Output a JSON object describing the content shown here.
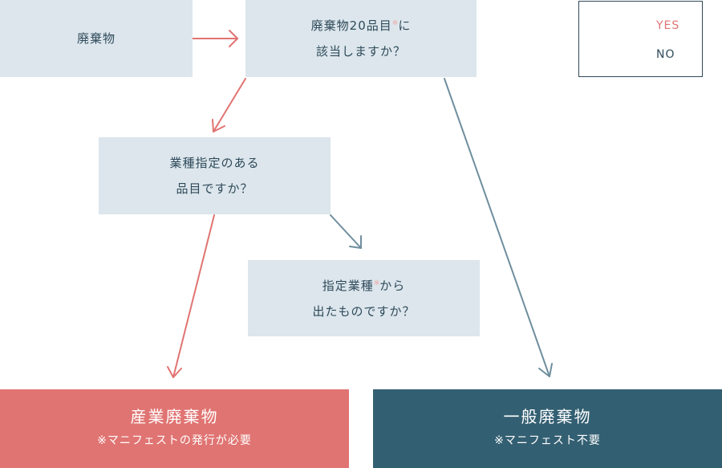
{
  "nodes": {
    "haiki": {
      "label": "廃棄物"
    },
    "q1": {
      "line1_prefix": "廃棄物20品目",
      "mark": "※",
      "line1_suffix": "に",
      "line2": "該当しますか？"
    },
    "q2": {
      "line1": "業種指定のある",
      "line2": "品目ですか？"
    },
    "q3": {
      "line1_prefix": "指定業種",
      "mark": "※",
      "line1_suffix": "から",
      "line2": "出たものですか？"
    }
  },
  "results": {
    "industrial": {
      "title": "産業廃棄物",
      "note": "※マニフェストの発行が必要"
    },
    "general": {
      "title": "一般廃棄物",
      "note": "※マニフェスト不要"
    }
  },
  "legend": {
    "yes": "YES",
    "no": "NO"
  },
  "colors": {
    "yes": "#e07472",
    "no": "#335f72",
    "box": "#dce6ec"
  }
}
